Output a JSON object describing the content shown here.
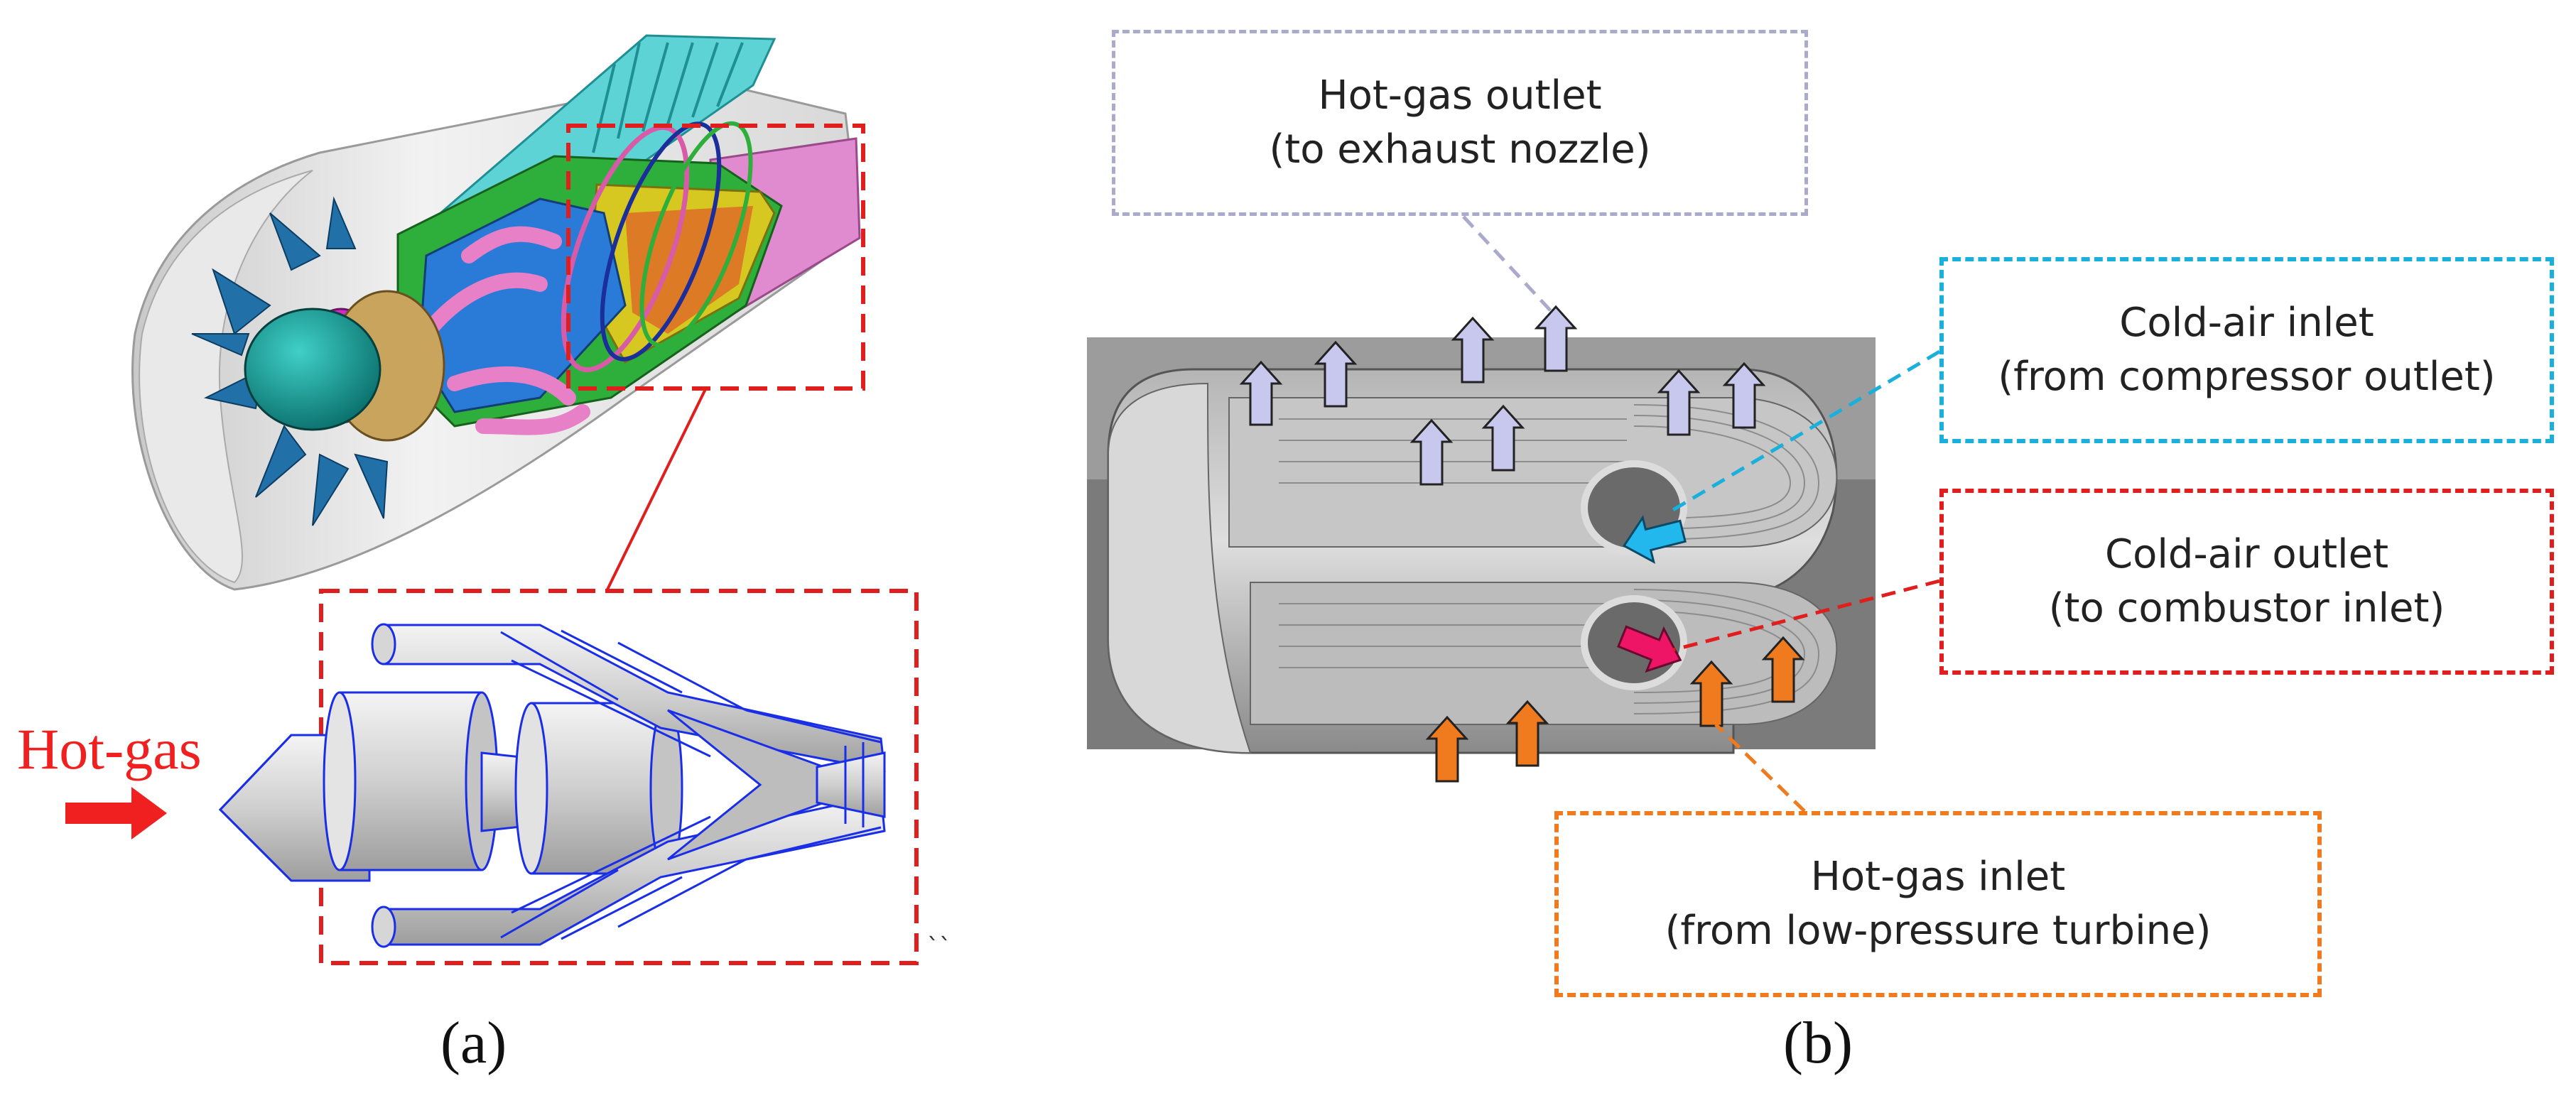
{
  "panel_a": {
    "label": "(a)",
    "hot_gas_label": "Hot-gas"
  },
  "panel_b": {
    "label": "(b)",
    "callouts": {
      "hot_gas_outlet": {
        "line1": "Hot-gas outlet",
        "line2": "(to exhaust nozzle)",
        "color": "#aaaacc"
      },
      "cold_air_inlet": {
        "line1": "Cold-air inlet",
        "line2": "(from compressor outlet)",
        "color": "#1ab0dc"
      },
      "cold_air_outlet": {
        "line1": "Cold-air outlet",
        "line2": "(to combustor inlet)",
        "color": "#e01e1e"
      },
      "hot_gas_inlet": {
        "line1": "Hot-gas inlet",
        "line2": "(from low-pressure turbine)",
        "color": "#f07a1e"
      }
    }
  },
  "colors": {
    "highlight_box": "#e01e1e",
    "arrow_hot": "#f02020",
    "arrow_outlet": "#c8c8ee",
    "arrow_inlet": "#f07a1e",
    "arrow_cold_in": "#22b8ee",
    "arrow_cold_out": "#ee1466",
    "wireframe": "#1a2ee8"
  }
}
